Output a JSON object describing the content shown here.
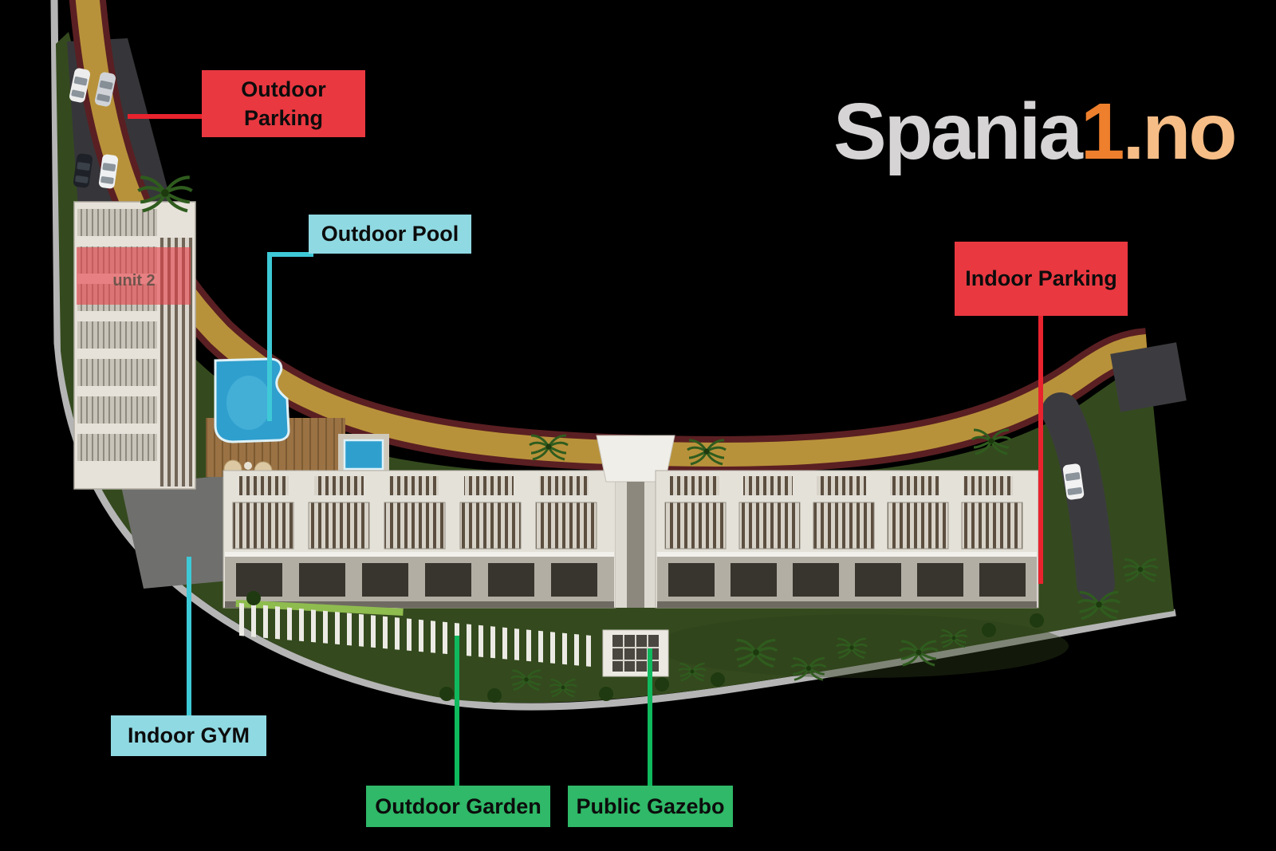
{
  "logo": {
    "brand": "Spania",
    "digit": "1",
    "tld": ".no"
  },
  "site_plan": {
    "unit_overlay": "unit 2"
  },
  "annotations": {
    "outdoor_parking": {
      "label": "Outdoor Parking",
      "color": "#e93840"
    },
    "outdoor_pool": {
      "label": "Outdoor Pool",
      "color": "#8fd9e2"
    },
    "indoor_parking": {
      "label": "Indoor Parking",
      "color": "#e93840"
    },
    "indoor_gym": {
      "label": "Indoor GYM",
      "color": "#8fd9e2"
    },
    "outdoor_garden": {
      "label": "Outdoor Garden",
      "color": "#2fb968"
    },
    "public_gazebo": {
      "label": "Public Gazebo",
      "color": "#2fb968"
    }
  },
  "palette": {
    "background": "#000000",
    "road": "#b8923a",
    "road_edge": "#5a1f22",
    "grass": "#344a1e",
    "pool_water": "#2f9fce",
    "leader_red": "#e8232e",
    "leader_cyan": "#3ec9d6",
    "leader_green": "#0fb95d",
    "logo_gray": "#d6d4d4",
    "logo_orange": "#ee7f2c",
    "logo_peach": "#f6bd86"
  }
}
